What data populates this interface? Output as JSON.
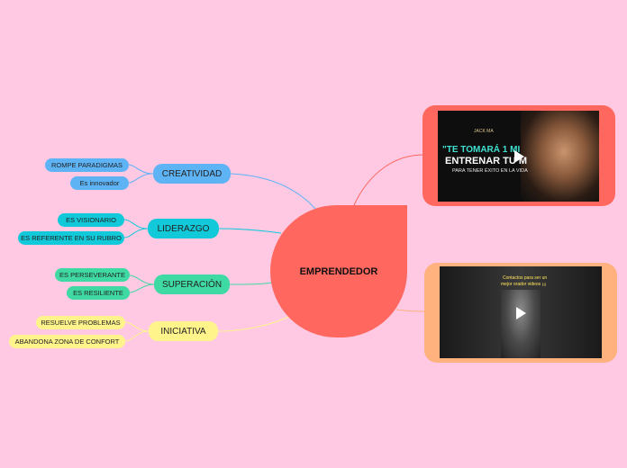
{
  "central": {
    "label": "EMPRENDEDOR",
    "color": "#ff675f"
  },
  "branches": [
    {
      "label": "CREATIVIDAD",
      "color": "#5eb3f5",
      "leaves": [
        "ROMPE PARADIGMAS",
        "Es innovador"
      ]
    },
    {
      "label": "LIDERAZGO",
      "color": "#12c9d9",
      "leaves": [
        "ES VISIONARIO",
        "ES REFERENTE EN SU RUBRO"
      ]
    },
    {
      "label": "SUPERACIÓN",
      "color": "#3fd9a4",
      "leaves": [
        "ES PERSEVERANTE",
        "ES RESILIENTE"
      ]
    },
    {
      "label": "INICIATIVA",
      "color": "#fff48c",
      "leaves": [
        "RESUELVE PROBLEMAS",
        "ABANDONA ZONA DE CONFORT"
      ]
    }
  ],
  "videos": [
    {
      "frame_color": "#ff675f",
      "line1": "\"TE TOMARÁ 1 MI",
      "line2": "ENTRENAR TU M",
      "line3": "PARA TENER ÉXITO EN LA VIDA",
      "brand": "JACK MA",
      "play_icon": "play-icon"
    },
    {
      "frame_color": "#ffb17e",
      "line1": "Contactos para ser un",
      "line2": "mejor orador videos ¡¡¡",
      "play_icon": "play-icon"
    }
  ]
}
